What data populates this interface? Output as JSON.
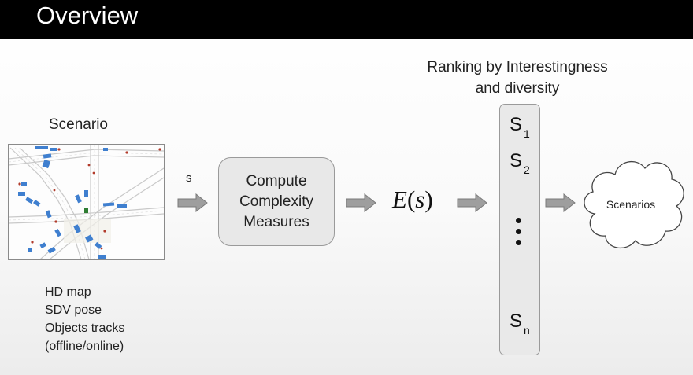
{
  "header": {
    "title": "Overview"
  },
  "scenario": {
    "label": "Scenario",
    "inputs": [
      "HD map",
      "SDV pose",
      "Objects tracks",
      "(offline/online)"
    ]
  },
  "flow": {
    "input_symbol": "s",
    "compute_box": [
      "Compute",
      "Complexity",
      "Measures"
    ],
    "energy": {
      "func": "E",
      "arg": "s"
    }
  },
  "ranking": {
    "heading": [
      "Ranking by Interestingness",
      "and diversity"
    ],
    "items": [
      {
        "base": "S",
        "sub": "1"
      },
      {
        "base": "S",
        "sub": "2"
      },
      {
        "base": "S",
        "sub": "n"
      }
    ]
  },
  "output": {
    "label": "Scenarios"
  },
  "colors": {
    "header_bg": "#000000",
    "box_fill": "#e8e8e8",
    "arrow_fill": "#9e9e9e",
    "map_vehicle": "#3f7fcf",
    "map_agent": "#b23b2b"
  }
}
